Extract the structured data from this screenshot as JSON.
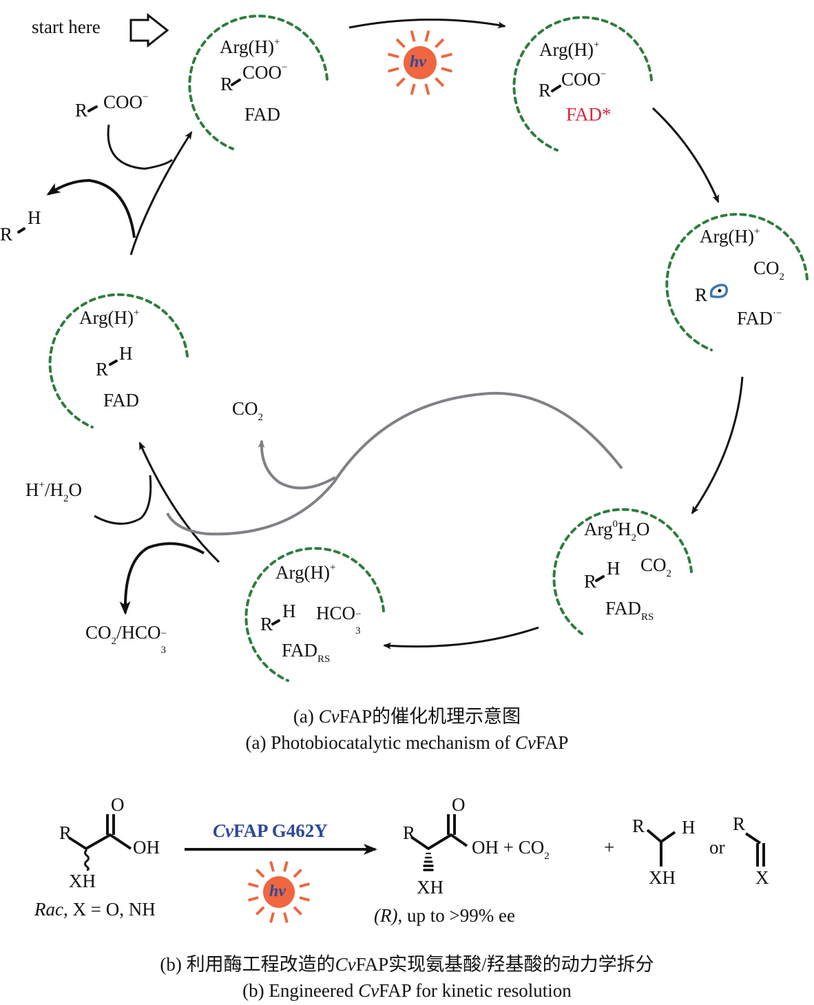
{
  "colors": {
    "pocket": "#2e7d3e",
    "arrow": "#111111",
    "gray_arrow": "#808086",
    "sun": "#ef6640",
    "hv_text": "#2d4a9a",
    "excited": "#d9263a",
    "radical": "#3a77b5",
    "enzyme_label": "#2d4a9a"
  },
  "start": {
    "label": "start here",
    "icon": "hollow-right-arrow-icon"
  },
  "light": {
    "label": "hv",
    "icon": "sun-icon"
  },
  "states": [
    {
      "id": "s1",
      "line1": "Arg(H)",
      "line1_sup": "+",
      "R": "R",
      "group": "COO",
      "group_sup": "−",
      "cofactor": "FAD"
    },
    {
      "id": "s2",
      "line1": "Arg(H)",
      "line1_sup": "+",
      "R": "R",
      "group": "COO",
      "group_sup": "−",
      "cofactor": "FAD*"
    },
    {
      "id": "s3",
      "line1": "Arg(H)",
      "line1_sup": "+",
      "gas": "CO",
      "gas_sub": "2",
      "R": "R",
      "cofactor": "FAD",
      "cofactor_sup": "·−"
    },
    {
      "id": "s4",
      "line1": "Arg",
      "line1_sup": "0",
      "line1_b": "H",
      "line1_b_sub": "2",
      "line1_c": "O",
      "R": "R",
      "H": "H",
      "gas": "CO",
      "gas_sub": "2",
      "cofactor": "FAD",
      "cofactor_sub": "RS"
    },
    {
      "id": "s5",
      "line1": "Arg(H)",
      "line1_sup": "+",
      "R": "R",
      "H": "H",
      "ion": "HCO",
      "ion_sub": "3",
      "ion_sup": "−",
      "cofactor": "FAD",
      "cofactor_sub": "RS"
    },
    {
      "id": "s6",
      "line1": "Arg(H)",
      "line1_sup": "+",
      "R": "R",
      "H": "H",
      "cofactor": "FAD"
    }
  ],
  "species": {
    "substrate_in": {
      "R": "R",
      "group": "COO",
      "sup": "−"
    },
    "product_out": {
      "R": "R",
      "H": "H"
    },
    "proton_water": {
      "a": "H",
      "a_sup": "+",
      "b": "/H",
      "b_sub": "2",
      "c": "O"
    },
    "co2_released": {
      "a": "CO",
      "a_sub": "2"
    },
    "co2_bicarb": {
      "a": "CO",
      "a_sub": "2",
      "b": "/HCO",
      "b_sub": "3",
      "b_sup": "−"
    }
  },
  "caption_a": {
    "zh_prefix": "(a) ",
    "zh_italic": "Cv",
    "zh_rest": "FAP的催化机理示意图",
    "en_prefix": "(a) Photobiocatalytic mechanism of ",
    "en_italic": "Cv",
    "en_rest": "FAP"
  },
  "reaction_b": {
    "reactant": {
      "R": "R",
      "O": "O",
      "OH": "OH",
      "XH": "XH"
    },
    "reactant_note": {
      "italic": "Rac",
      "rest": ", X = O, NH"
    },
    "enzyme": {
      "italic": "Cv",
      "rest": "FAP G462Y"
    },
    "light_label": "hv",
    "product": {
      "R": "R",
      "O": "O",
      "OH": "OH + CO",
      "sub": "2",
      "XH": "XH"
    },
    "product_note": {
      "italic": "(R)",
      "rest": ", up to >99% ee"
    },
    "plus": "+",
    "side1": {
      "R": "R",
      "H": "H",
      "XH": "XH"
    },
    "or": "or",
    "side2": {
      "R": "R",
      "X": "X"
    }
  },
  "caption_b": {
    "zh_prefix": "(b) 利用酶工程改造的",
    "zh_italic": "Cv",
    "zh_rest": "FAP实现氨基酸/羟基酸的动力学拆分",
    "en_prefix": "(b) Engineered ",
    "en_italic": "Cv",
    "en_rest": "FAP for kinetic resolution"
  }
}
